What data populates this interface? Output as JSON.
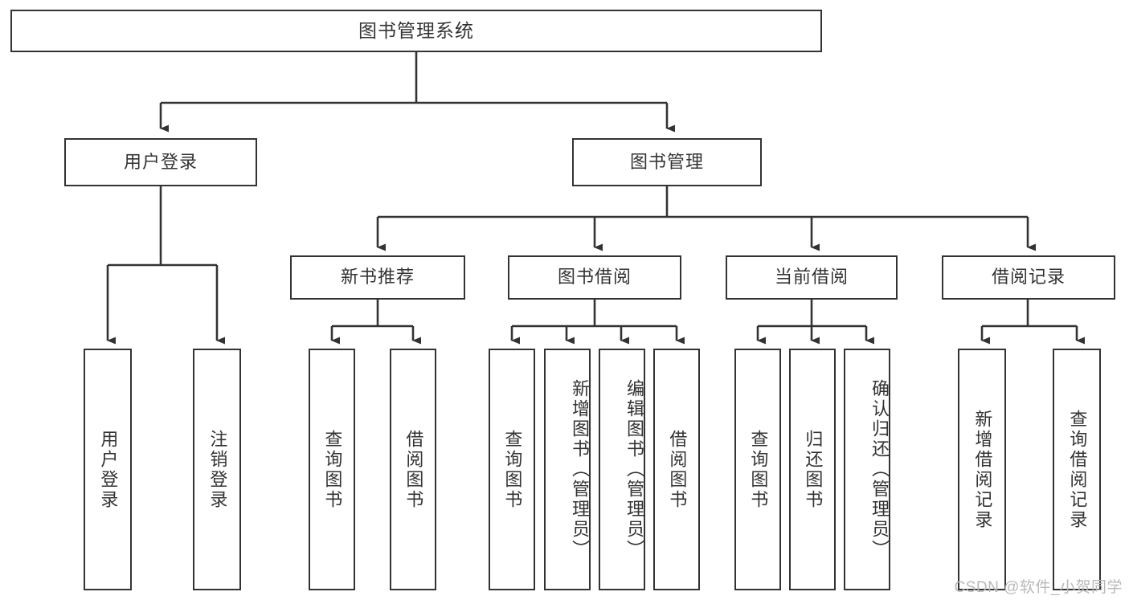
{
  "diagram": {
    "title": "图书管理系统",
    "root": {
      "label": "图书管理系统"
    },
    "level2": [
      {
        "label": "用户登录"
      },
      {
        "label": "图书管理"
      }
    ],
    "level3": [
      {
        "label": "新书推荐"
      },
      {
        "label": "图书借阅"
      },
      {
        "label": "当前借阅"
      },
      {
        "label": "借阅记录"
      }
    ],
    "leaves": [
      {
        "label": "用户登录",
        "parent": "用户登录"
      },
      {
        "label": "注销登录",
        "parent": "用户登录"
      },
      {
        "label": "查询图书",
        "parent": "新书推荐"
      },
      {
        "label": "借阅图书",
        "parent": "新书推荐"
      },
      {
        "label": "查询图书",
        "parent": "图书借阅"
      },
      {
        "label": "新增图书（管理员）",
        "parent": "图书借阅"
      },
      {
        "label": "编辑图书（管理员）",
        "parent": "图书借阅"
      },
      {
        "label": "借阅图书",
        "parent": "图书借阅"
      },
      {
        "label": "查询图书",
        "parent": "当前借阅"
      },
      {
        "label": "归还图书",
        "parent": "当前借阅"
      },
      {
        "label": "确认归还（管理员）",
        "parent": "当前借阅"
      },
      {
        "label": "新增借阅记录",
        "parent": "借阅记录"
      },
      {
        "label": "查询借阅记录",
        "parent": "借阅记录"
      }
    ],
    "watermark": "CSDN @软件_小贺同学",
    "colors": {
      "stroke": "#333333",
      "text": "#333333",
      "background": "#ffffff",
      "watermark": "#b9b9b9"
    }
  }
}
